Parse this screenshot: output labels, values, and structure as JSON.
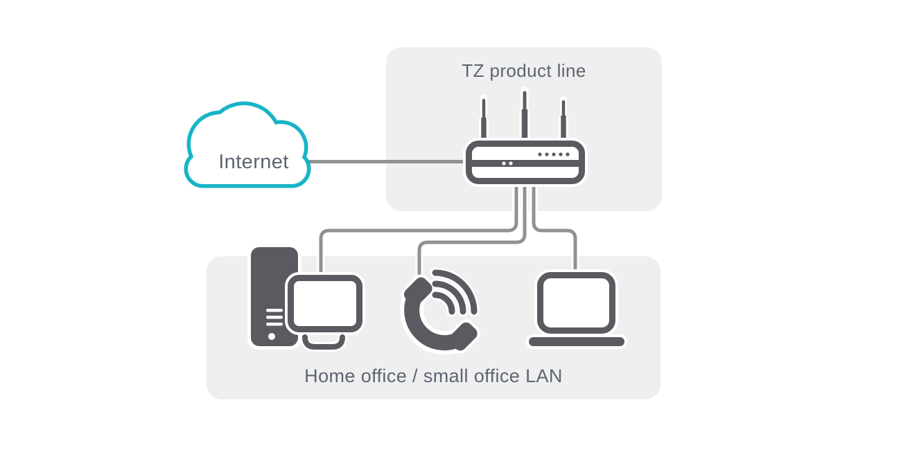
{
  "diagram": {
    "internet": {
      "label": "Internet",
      "icon": "cloud-icon"
    },
    "tz_panel": {
      "label": "TZ product line",
      "device": {
        "name": "tz-firewall",
        "icon": "wireless-router-icon",
        "antenna_count": 3,
        "led_count": 5
      }
    },
    "lan_panel": {
      "label": "Home office / small office LAN",
      "devices": [
        {
          "name": "desktop-computer",
          "icon": "desktop-computer-icon"
        },
        {
          "name": "voip-phone",
          "icon": "phone-wifi-icon"
        },
        {
          "name": "laptop",
          "icon": "laptop-icon"
        }
      ]
    },
    "connections": [
      {
        "from": "internet",
        "to": "tz-firewall"
      },
      {
        "from": "tz-firewall",
        "to": "desktop-computer"
      },
      {
        "from": "tz-firewall",
        "to": "voip-phone"
      },
      {
        "from": "tz-firewall",
        "to": "laptop"
      }
    ]
  },
  "colors": {
    "accent_cyan": "#18b4c6",
    "icon_gray": "#595b60",
    "line_gray": "#8f9194",
    "panel_gray": "#efeff0",
    "label_gray": "#5c6570",
    "background": "#ffffff"
  }
}
